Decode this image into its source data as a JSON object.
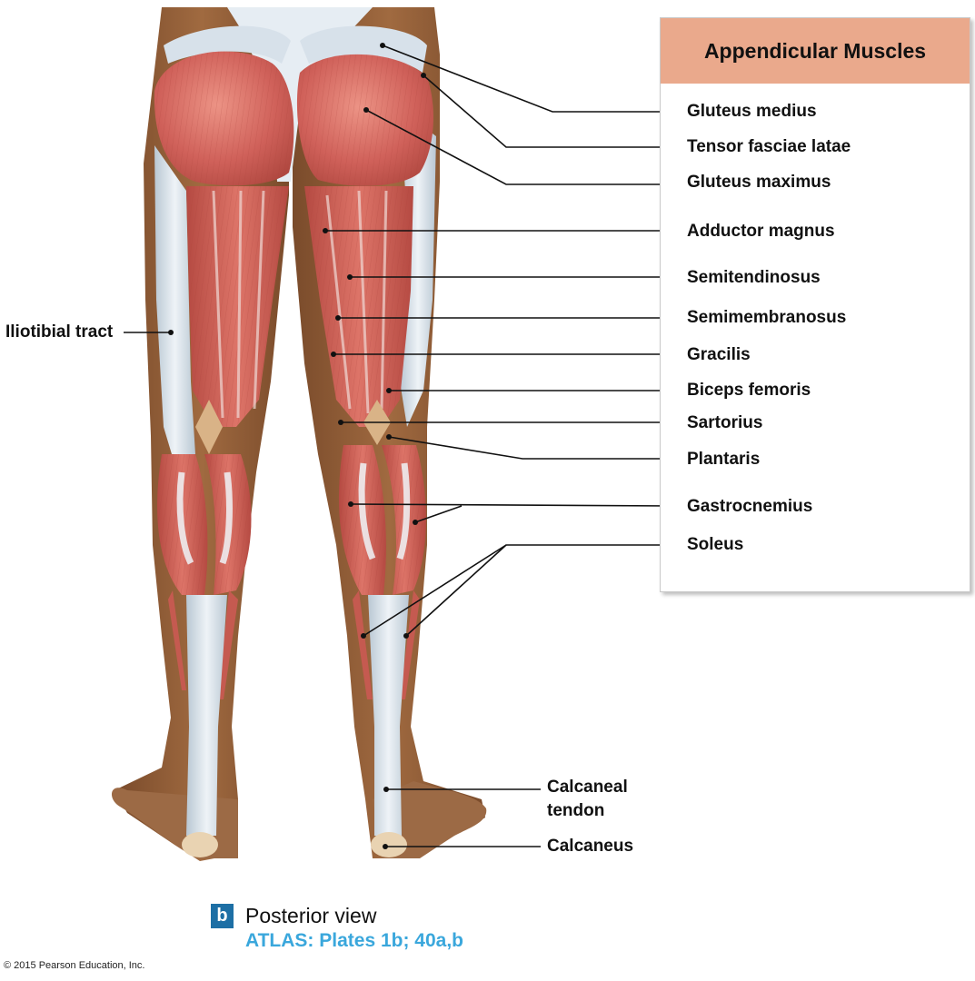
{
  "colors": {
    "skin": "#8a5a36",
    "muscle": "#c9554a",
    "muscle_light": "#e8857a",
    "tendon": "#dfe7ee",
    "legend_header": "#eaa98c",
    "badge": "#1d6fa5",
    "atlas_text": "#3aa7dc"
  },
  "legend": {
    "title": "Appendicular Muscles"
  },
  "labels": [
    {
      "id": "gluteus-medius",
      "text": "Gluteus medius"
    },
    {
      "id": "tensor-fasciae-latae",
      "text": "Tensor fasciae latae"
    },
    {
      "id": "gluteus-maximus",
      "text": "Gluteus maximus"
    },
    {
      "id": "adductor-magnus",
      "text": "Adductor magnus"
    },
    {
      "id": "semitendinosus",
      "text": "Semitendinosus"
    },
    {
      "id": "semimembranosus",
      "text": "Semimembranosus"
    },
    {
      "id": "gracilis",
      "text": "Gracilis"
    },
    {
      "id": "biceps-femoris",
      "text": "Biceps femoris"
    },
    {
      "id": "sartorius",
      "text": "Sartorius"
    },
    {
      "id": "plantaris",
      "text": "Plantaris"
    },
    {
      "id": "gastrocnemius",
      "text": "Gastrocnemius"
    },
    {
      "id": "soleus",
      "text": "Soleus"
    },
    {
      "id": "iliotibial-tract",
      "text": "Iliotibial tract"
    },
    {
      "id": "calcaneal-tendon-line1",
      "text": "Calcaneal"
    },
    {
      "id": "calcaneal-tendon-line2",
      "text": "tendon"
    },
    {
      "id": "calcaneus",
      "text": "Calcaneus"
    }
  ],
  "caption": {
    "badge": "b",
    "title": "Posterior view",
    "atlas": "ATLAS: Plates 1b; 40a,b"
  },
  "copyright": "© 2015 Pearson Education, Inc."
}
